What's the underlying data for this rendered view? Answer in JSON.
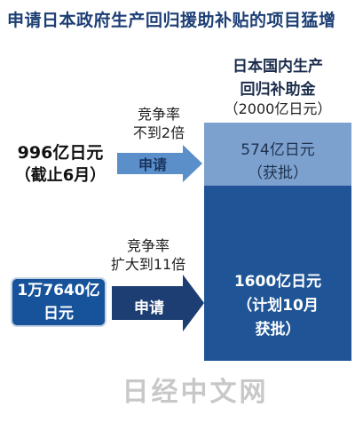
{
  "title": "申请日本政府生产回归援助补贴的项目猛增",
  "subsidy": {
    "label_line1": "日本国内生产",
    "label_line2": "回归补助金",
    "amount": "（2000亿日元）"
  },
  "rounds": [
    {
      "request_amount": "996亿日元",
      "request_note": "（截止6月）",
      "competition_line1": "竞争率",
      "competition_line2": "不到2倍",
      "arrow_label": "申请"
    },
    {
      "request_line1": "1万7640亿",
      "request_line2": "日元",
      "competition_line1": "竞争率",
      "competition_line2": "扩大到11倍",
      "arrow_label": "申请"
    }
  ],
  "segments": [
    {
      "line1": "574亿日元",
      "line2": "（获批）"
    },
    {
      "line1": "1600亿日元",
      "line2": "（计划10月",
      "line3": "获批）"
    }
  ],
  "colors": {
    "title": "#1d3f75",
    "approved_segment": "#7da1ce",
    "planned_segment": "#1f5596",
    "arrow_light": "#5b8fc9",
    "arrow_dark": "#1c3e72"
  },
  "watermark": "日经中文网",
  "chart_data": {
    "type": "bar",
    "categories": [
      "日本国内生产回归补助金"
    ],
    "series": [
      {
        "name": "获批",
        "values": [
          574
        ]
      },
      {
        "name": "计划10月获批",
        "values": [
          1600
        ]
      }
    ],
    "title": "申请日本政府生产回归援助补贴的项目猛增",
    "requests": [
      996,
      17640
    ],
    "ylim": [
      0,
      2174
    ]
  }
}
